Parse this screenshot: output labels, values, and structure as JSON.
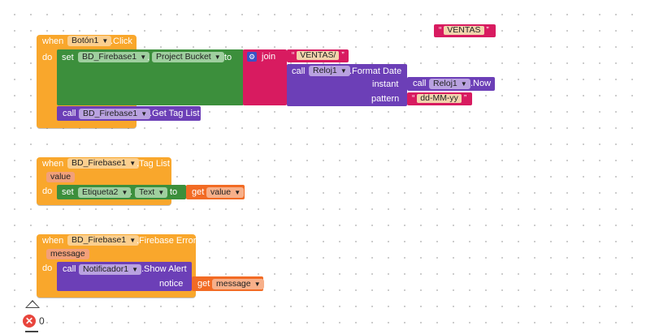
{
  "colors": {
    "event": "#f9a72c",
    "setter": "#3c8f3c",
    "text": "#d81b60",
    "component": "#6c3fb7",
    "variable": "#f26b24"
  },
  "floating_string": {
    "value": "VENTAS"
  },
  "event1": {
    "when_label": "when",
    "do_label": "do",
    "component": "Botón1",
    "event": ".Click",
    "set": {
      "keyword": "set",
      "component": "BD_Firebase1",
      "dot": ".",
      "property": "Project Bucket",
      "to_label": "to",
      "join_label": "join",
      "join_items": {
        "string": "VENTAS/",
        "format_call": {
          "call_label": "call",
          "component": "Reloj1",
          "method": ".Format Date",
          "instant_label": "instant",
          "instant_call": {
            "call_label": "call",
            "component": "Reloj1",
            "method": ".Now"
          },
          "pattern_label": "pattern",
          "pattern_value": "dd-MM-yy"
        }
      }
    },
    "call": {
      "call_label": "call",
      "component": "BD_Firebase1",
      "method": ".Get Tag List"
    }
  },
  "event2": {
    "when_label": "when",
    "do_label": "do",
    "component": "BD_Firebase1",
    "event": ".Tag List",
    "param": "value",
    "set": {
      "keyword": "set",
      "component": "Etiqueta2",
      "dot": ".",
      "property": "Text",
      "to_label": "to",
      "get_label": "get",
      "get_var": "value"
    }
  },
  "event3": {
    "when_label": "when",
    "do_label": "do",
    "component": "BD_Firebase1",
    "event": ".Firebase Error",
    "param": "message",
    "call": {
      "call_label": "call",
      "component": "Notificador1",
      "method": ".Show Alert",
      "notice_label": "notice",
      "get_label": "get",
      "get_var": "message"
    }
  },
  "warnings": {
    "error_count": "0"
  }
}
